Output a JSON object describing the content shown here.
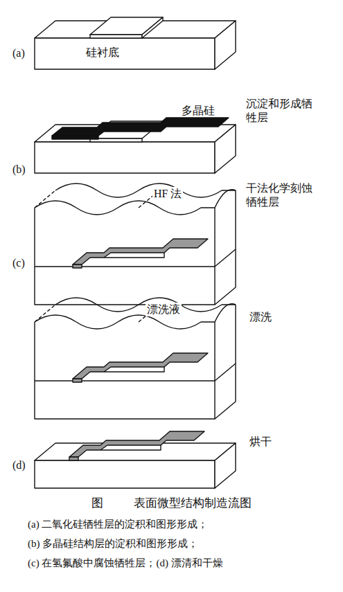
{
  "diagram": {
    "caption": "图 表面微型结构制造流图",
    "labels": [
      "(a)",
      "硅衬底",
      "多晶硅",
      "沉淀和形成牺牲层",
      "(b)",
      "HF 法",
      "干法化学刻蚀牺牲层",
      "(c)",
      "漂洗液",
      "漂洗",
      "烘干",
      "(d)",
      "(a) 二氧化硅牺牲层的淀积和图形形成；",
      "(b) 多晶硅结构层的淀积和图形形成；",
      "(c) 在氢氟酸中腐蚀牺牲层；(d) 漂清和干燥"
    ]
  }
}
